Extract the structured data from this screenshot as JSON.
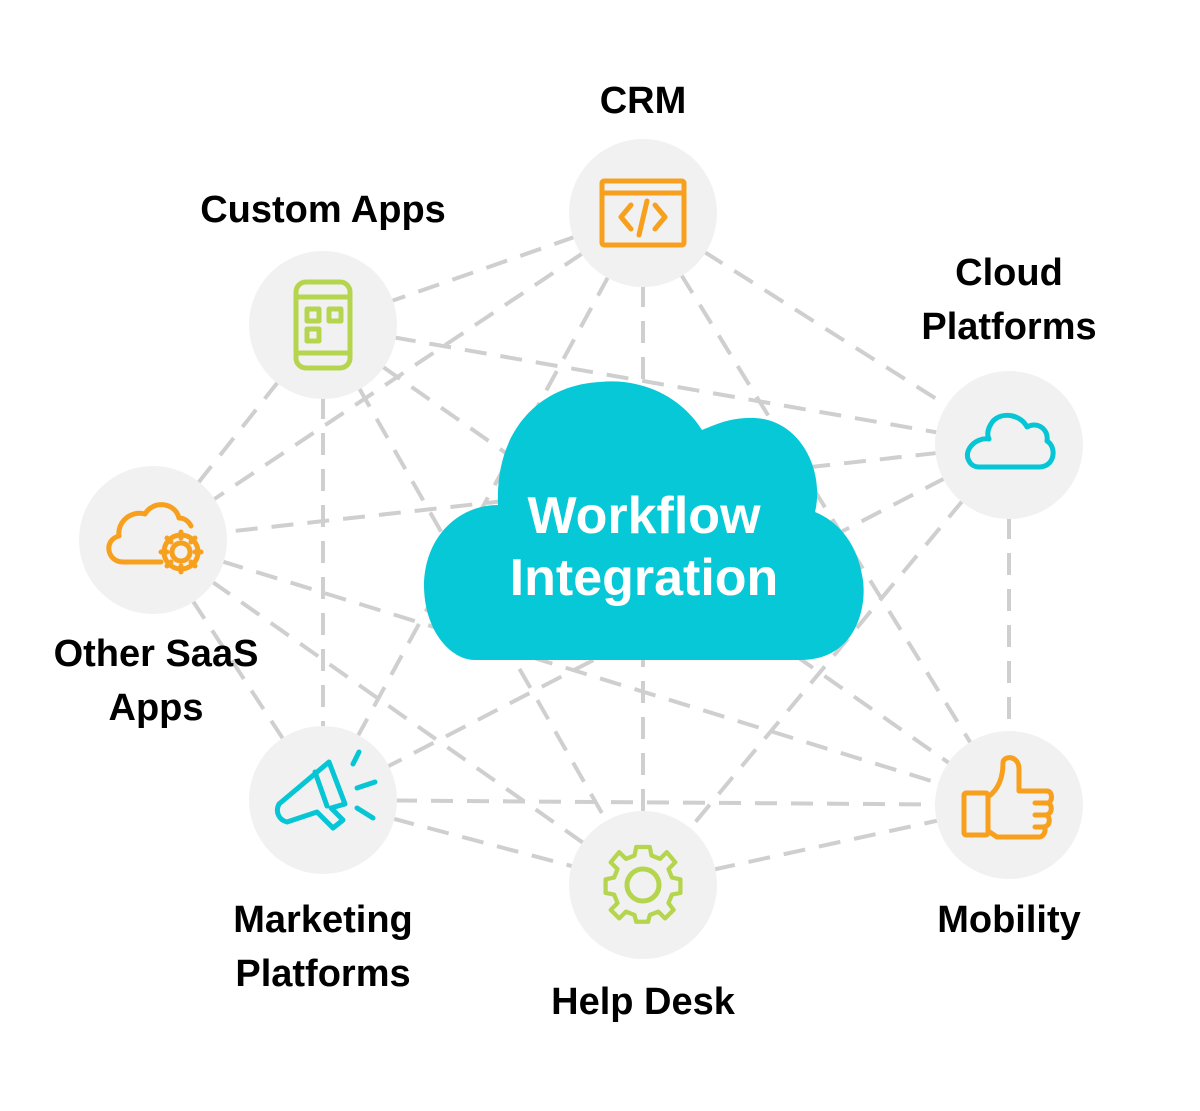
{
  "center": {
    "title_line1": "Workflow",
    "title_line2": "Integration",
    "color": "#06C8D6"
  },
  "colors": {
    "node_bg": "#F1F1F1",
    "connector": "#CFCFCF",
    "orange": "#F7A01E",
    "green": "#B5D54F",
    "cyan": "#06C5D5",
    "label": "#000000"
  },
  "nodes": [
    {
      "id": "crm",
      "label_lines": [
        "CRM"
      ],
      "icon": "code-window-icon",
      "color": "orange"
    },
    {
      "id": "custom-apps",
      "label_lines": [
        "Custom Apps"
      ],
      "icon": "mobile-app-icon",
      "color": "green"
    },
    {
      "id": "cloud-platforms",
      "label_lines": [
        "Cloud",
        "Platforms"
      ],
      "icon": "cloud-icon",
      "color": "cyan"
    },
    {
      "id": "other-saas",
      "label_lines": [
        "Other SaaS",
        "Apps"
      ],
      "icon": "cloud-gear-icon",
      "color": "orange"
    },
    {
      "id": "marketing",
      "label_lines": [
        "Marketing",
        "Platforms"
      ],
      "icon": "megaphone-icon",
      "color": "cyan"
    },
    {
      "id": "help-desk",
      "label_lines": [
        "Help Desk"
      ],
      "icon": "gear-icon",
      "color": "green"
    },
    {
      "id": "mobility",
      "label_lines": [
        "Mobility"
      ],
      "icon": "thumbs-up-icon",
      "color": "orange"
    }
  ],
  "connections": "all-pairs"
}
